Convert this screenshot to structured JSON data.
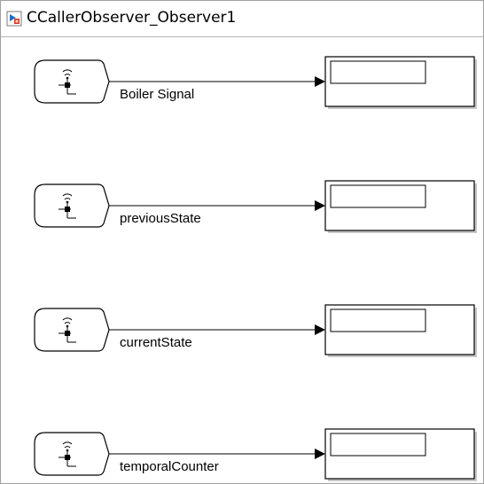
{
  "window": {
    "title": "CCallerObserver_Observer1",
    "icon": "simulink-model-icon"
  },
  "diagram": {
    "blocks": [
      {
        "signal_label": "Boiler Signal",
        "port_icon": "observer-port-icon",
        "display_icon": "display-block-icon"
      },
      {
        "signal_label": "previousState",
        "port_icon": "observer-port-icon",
        "display_icon": "display-block-icon"
      },
      {
        "signal_label": "currentState",
        "port_icon": "observer-port-icon",
        "display_icon": "display-block-icon"
      },
      {
        "signal_label": "temporalCounter",
        "port_icon": "observer-port-icon",
        "display_icon": "display-block-icon"
      }
    ],
    "colors": {
      "line": "#000000",
      "block_fill": "#ffffff",
      "shadow": "#c8c8c8"
    }
  }
}
